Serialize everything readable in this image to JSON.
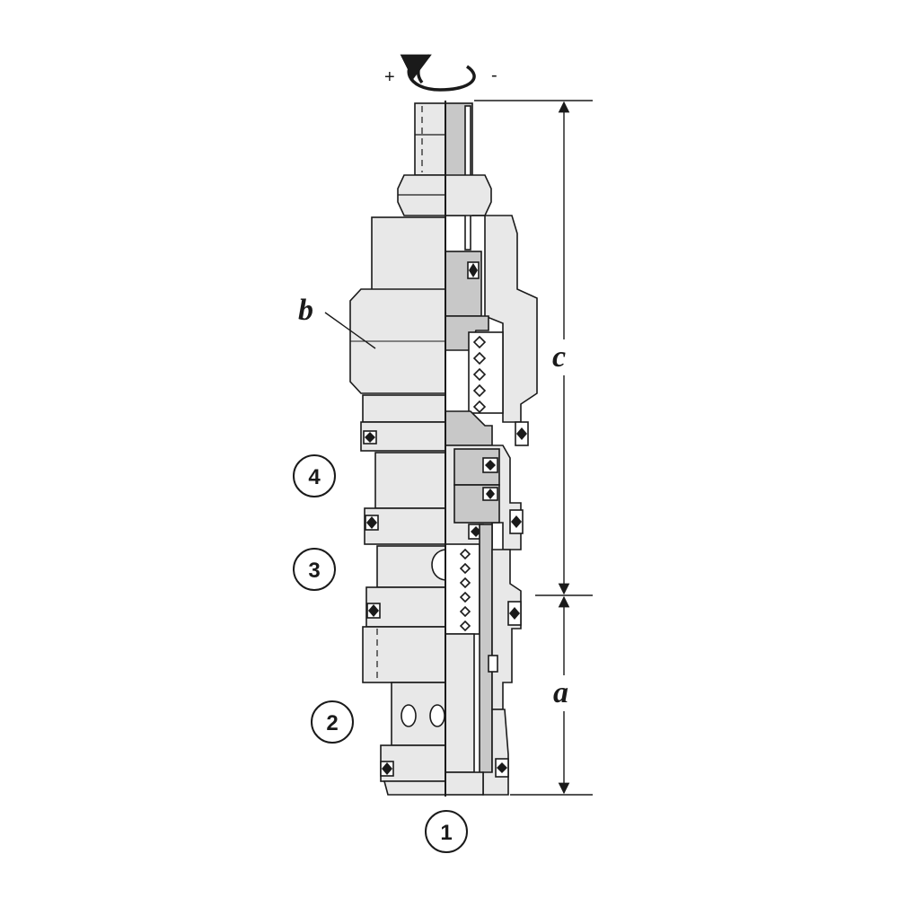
{
  "adjust": {
    "plus": "+",
    "minus": "-"
  },
  "labels": {
    "b": "b",
    "c": "c",
    "a": "a"
  },
  "ports": [
    "1",
    "2",
    "3",
    "4"
  ],
  "colors": {
    "ink": "#1a1a1a",
    "body": "#e8e8e8",
    "section": "#c8c8c8"
  }
}
